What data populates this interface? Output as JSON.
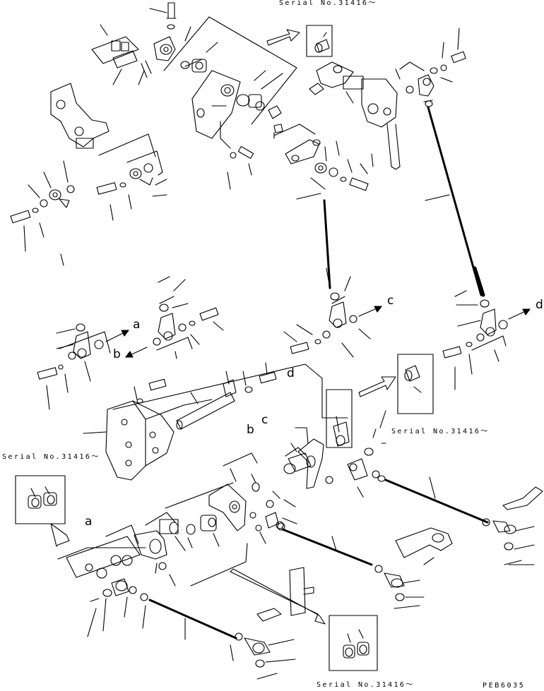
{
  "serial_labels": {
    "top": "Serial No.31416～",
    "right": "Serial No.31416～",
    "left": "Serial No.31416～",
    "bottom": "Serial No.31416～"
  },
  "connection_letters": {
    "a_upper": "a",
    "b_upper": "b",
    "c_upper": "c",
    "d_upper": "d",
    "d_lower": "d",
    "b_lower": "b",
    "c_lower": "c",
    "a_lower": "a"
  },
  "drawing_code": "PEB6035",
  "colors": {
    "line": "#000000",
    "background": "#ffffff"
  }
}
